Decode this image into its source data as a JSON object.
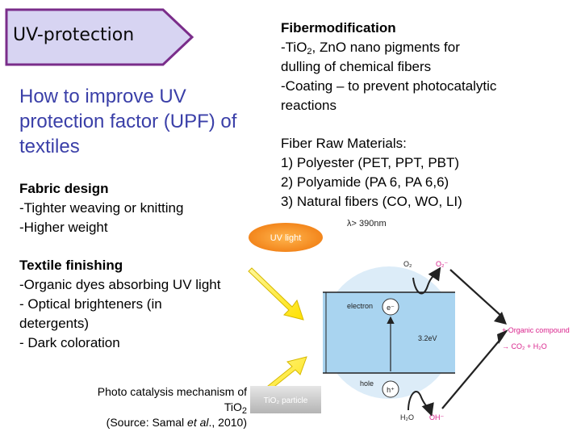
{
  "slide": {
    "badge": "UV-protection",
    "headline": "How to improve UV protection factor (UPF) of textiles",
    "fabric": {
      "title": "Fabric design",
      "items": [
        "-Tighter weaving or knitting",
        "-Higher weight"
      ]
    },
    "finishing": {
      "title": "Textile finishing",
      "items": [
        "-Organic dyes absorbing UV light",
        "- Optical brighteners (in",
        "detergents)",
        "- Dark coloration"
      ]
    },
    "caption": {
      "line1": "Photo catalysis mechanism of",
      "line2_pre": "TiO",
      "line2_sub": "2",
      "line3_pre": "(Source: Samal ",
      "line3_em": "et al",
      "line3_post": "., 2010)"
    },
    "fibermod": {
      "title": "Fibermodification",
      "l1_a": "-TiO",
      "l1_sub": "2",
      "l1_b": ", ZnO nano pigments for",
      "l2": "dulling of chemical fibers",
      "l3": "-Coating – to prevent photocatalytic",
      "l4": "reactions"
    },
    "raw": {
      "title": "Fiber Raw Materials:",
      "items": [
        "1) Polyester (PET, PPT, PBT)",
        "2) Polyamide (PA 6, PA 6,6)",
        "3) Natural fibers (CO, WO, LI)"
      ]
    },
    "diagram": {
      "uv_label": "UV light",
      "lambda": "λ> 390nm",
      "o2": "O₂",
      "o2_radical": "O₂⁻",
      "electron": "electron",
      "e_minus": "e⁻",
      "gap": "3.2eV",
      "hole": "hole",
      "h_plus": "h⁺",
      "organic": "+ Organic compound",
      "products": "→ CO₂ + H₂O",
      "particle": "TiO₂ particle",
      "h2o": "H₂O",
      "oh": "OH⁻"
    },
    "colors": {
      "badge_fill": "#d7d4f2",
      "badge_stroke": "#7a2d8a",
      "headline": "#3a3fa8",
      "uv_oval": "#f7921e",
      "band": "#a9d4f0",
      "organic": "#d9238c"
    }
  }
}
